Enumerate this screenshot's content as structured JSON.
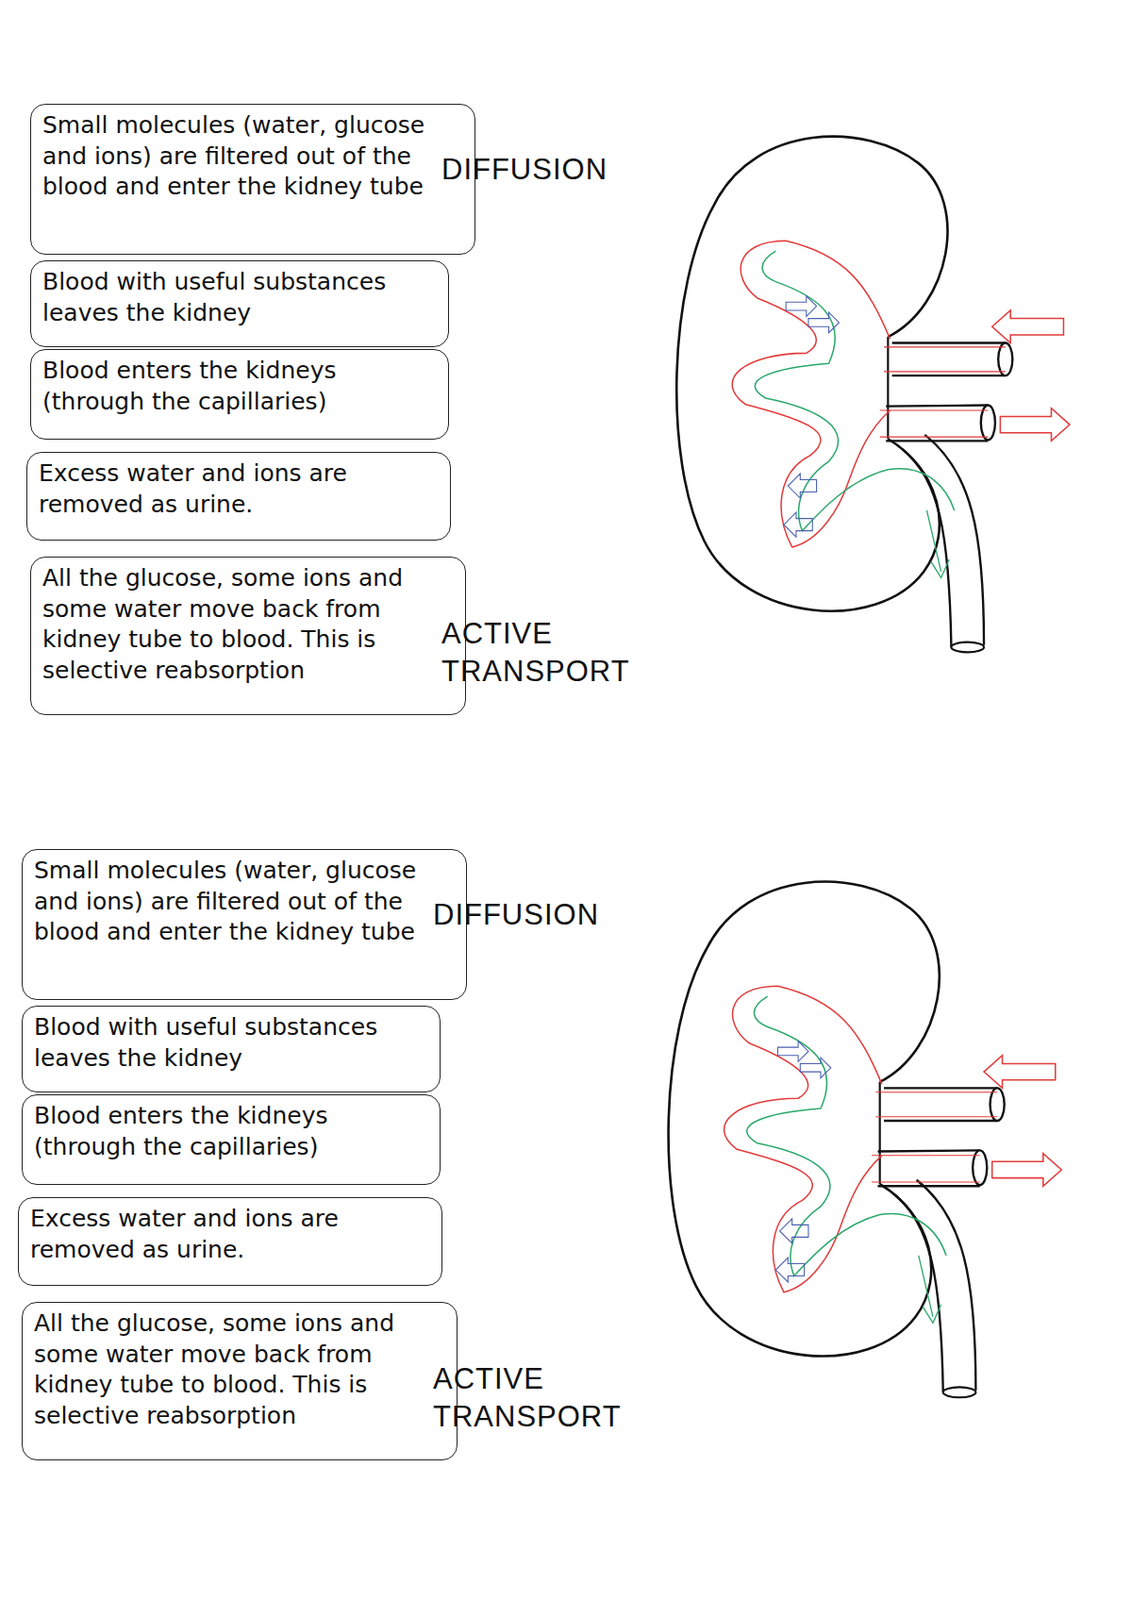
{
  "diagram": {
    "nodes": [
      {
        "text": [
          "Small molecules (water, glucose and ions) are filtered out of the blood and enter the kidney tube"
        ]
      },
      {
        "text": [
          "Blood with useful substances leaves the kidney"
        ]
      },
      {
        "text": [
          "Blood enters the kidneys (through the capillaries)"
        ]
      },
      {
        "text": [
          "Excess water and ions are removed as urine."
        ]
      },
      {
        "text": [
          "All the glucose, some ions and some water move back from kidney tube to blood. This is selective reabsorption"
        ]
      },
      {
        "text": [
          "Small molecules (water, glucose and ions) are filtered out of the blood and enter the kidney tube"
        ]
      },
      {
        "text": [
          "Blood with useful substances leaves the kidney"
        ]
      },
      {
        "text": [
          "Blood enters the kidneys (through the capillaries)"
        ]
      },
      {
        "text": [
          "Excess water and ions are removed as urine."
        ]
      },
      {
        "text": [
          "All the glucose, some ions and some water move back from kidney tube to blood. This is selective reabsorption"
        ]
      }
    ],
    "labels": [
      "DIFFUSION",
      "ACTIVE TRANSPORT",
      "DIFFUSION",
      "ACTIVE TRANSPORT"
    ]
  }
}
